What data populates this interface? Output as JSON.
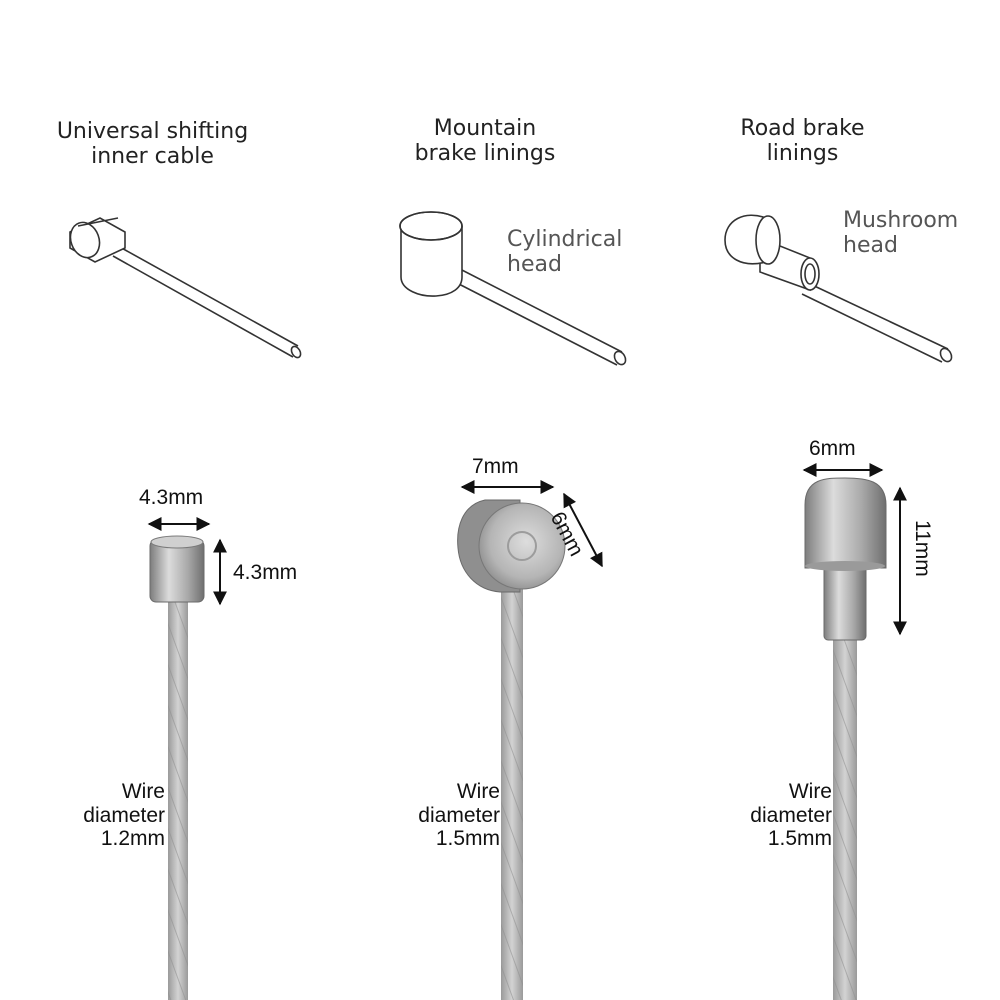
{
  "columns": [
    {
      "title": "Universal shifting\ninner cable",
      "dims": {
        "width": "4.3mm",
        "height": "4.3mm"
      },
      "wire": "Wire\ndiameter\n1.2mm"
    },
    {
      "title": "Mountain\nbrake linings",
      "note": "Cylindrical\nhead",
      "dims": {
        "width": "7mm",
        "height": "6mm"
      },
      "wire": "Wire\ndiameter\n1.5mm"
    },
    {
      "title": "Road brake\nlinings",
      "note": "Mushroom\nhead",
      "dims": {
        "width": "6mm",
        "height": "11mm"
      },
      "wire": "Wire\ndiameter\n1.5mm"
    }
  ],
  "colors": {
    "line_art": "#333333",
    "metal_light": "#d8d8d8",
    "metal_dark": "#8a8a8a",
    "wire": "#b9b9b9"
  }
}
